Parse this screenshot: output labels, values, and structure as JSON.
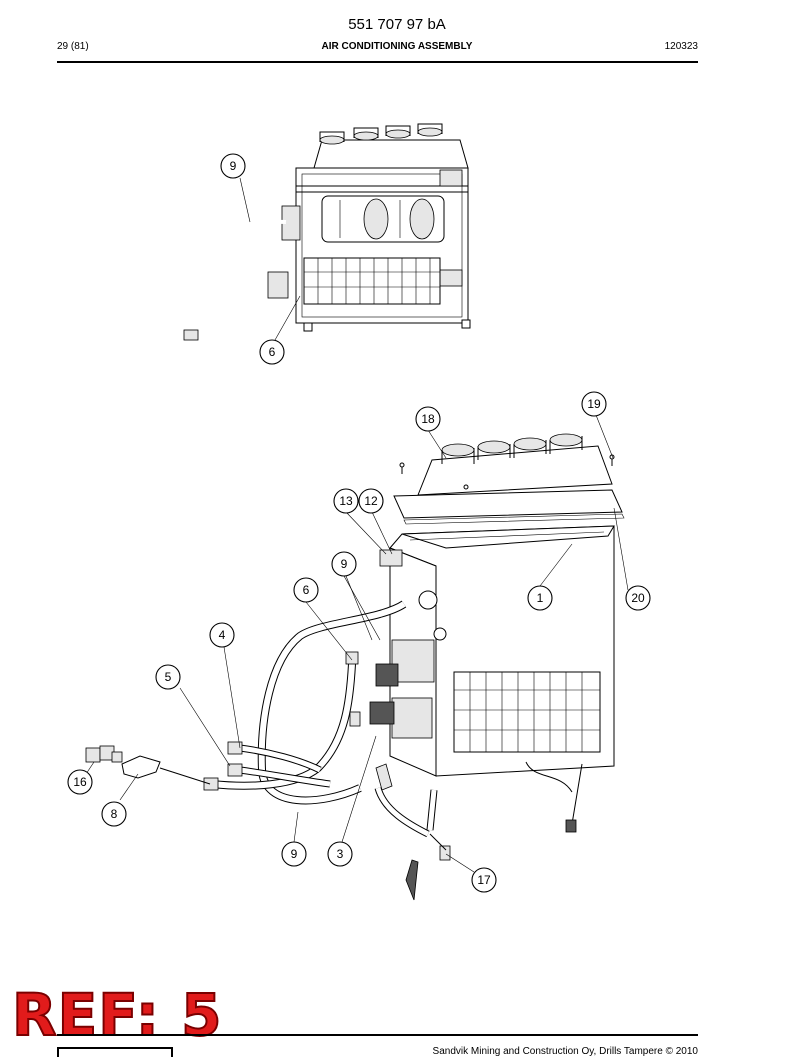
{
  "header": {
    "document_number": "551 707 97 bA",
    "page_count": "29 (81)",
    "section_title": "AIR CONDITIONING ASSEMBLY",
    "date_code": "120323"
  },
  "figure": {
    "top_callouts": [
      "9",
      "6"
    ],
    "main_callouts": [
      "19",
      "18",
      "13",
      "12",
      "9",
      "6",
      "1",
      "20",
      "4",
      "5",
      "16",
      "8",
      "9",
      "3",
      "17"
    ]
  },
  "footer": {
    "reference_stamp": "REF: 5",
    "copyright": "Sandvik Mining and Construction Oy, Drills Tampere © 2010"
  }
}
